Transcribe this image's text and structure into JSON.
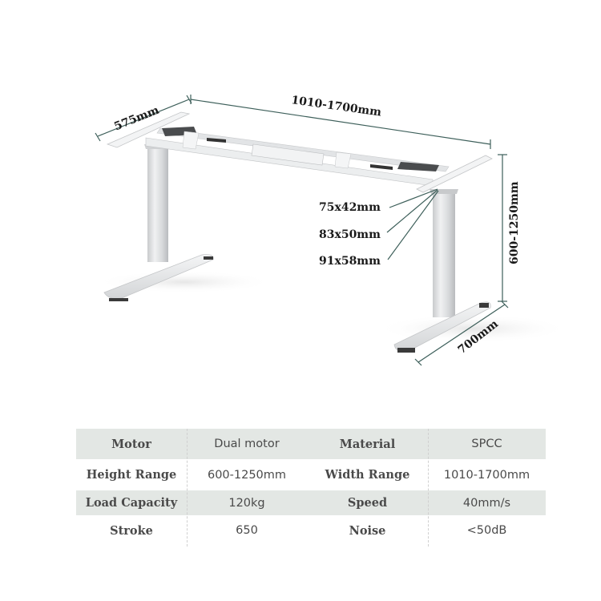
{
  "diagram": {
    "product": "electric standing desk frame",
    "dimensions": {
      "depth": "575mm",
      "width": "1010-1700mm",
      "height": "600-1250mm",
      "foot_length": "700mm",
      "column_sections": [
        "75x42mm",
        "83x50mm",
        "91x58mm"
      ]
    },
    "colors": {
      "dimension_line": "#3d5f5a",
      "frame": "#e8e9ea",
      "label": "#1a1a1a"
    }
  },
  "spec_table": {
    "rows": [
      {
        "key1": "Motor",
        "val1": "Dual motor",
        "key2": "Material",
        "val2": "SPCC"
      },
      {
        "key1": "Height Range",
        "val1": "600-1250mm",
        "key2": "Width Range",
        "val2": "1010-1700mm"
      },
      {
        "key1": "Load Capacity",
        "val1": "120kg",
        "key2": "Speed",
        "val2": "40mm/s"
      },
      {
        "key1": "Stroke",
        "val1": "650",
        "key2": "Noise",
        "val2": "<50dB"
      }
    ],
    "colors": {
      "band": "#e3e7e4",
      "text": "#4a4a4a"
    }
  }
}
